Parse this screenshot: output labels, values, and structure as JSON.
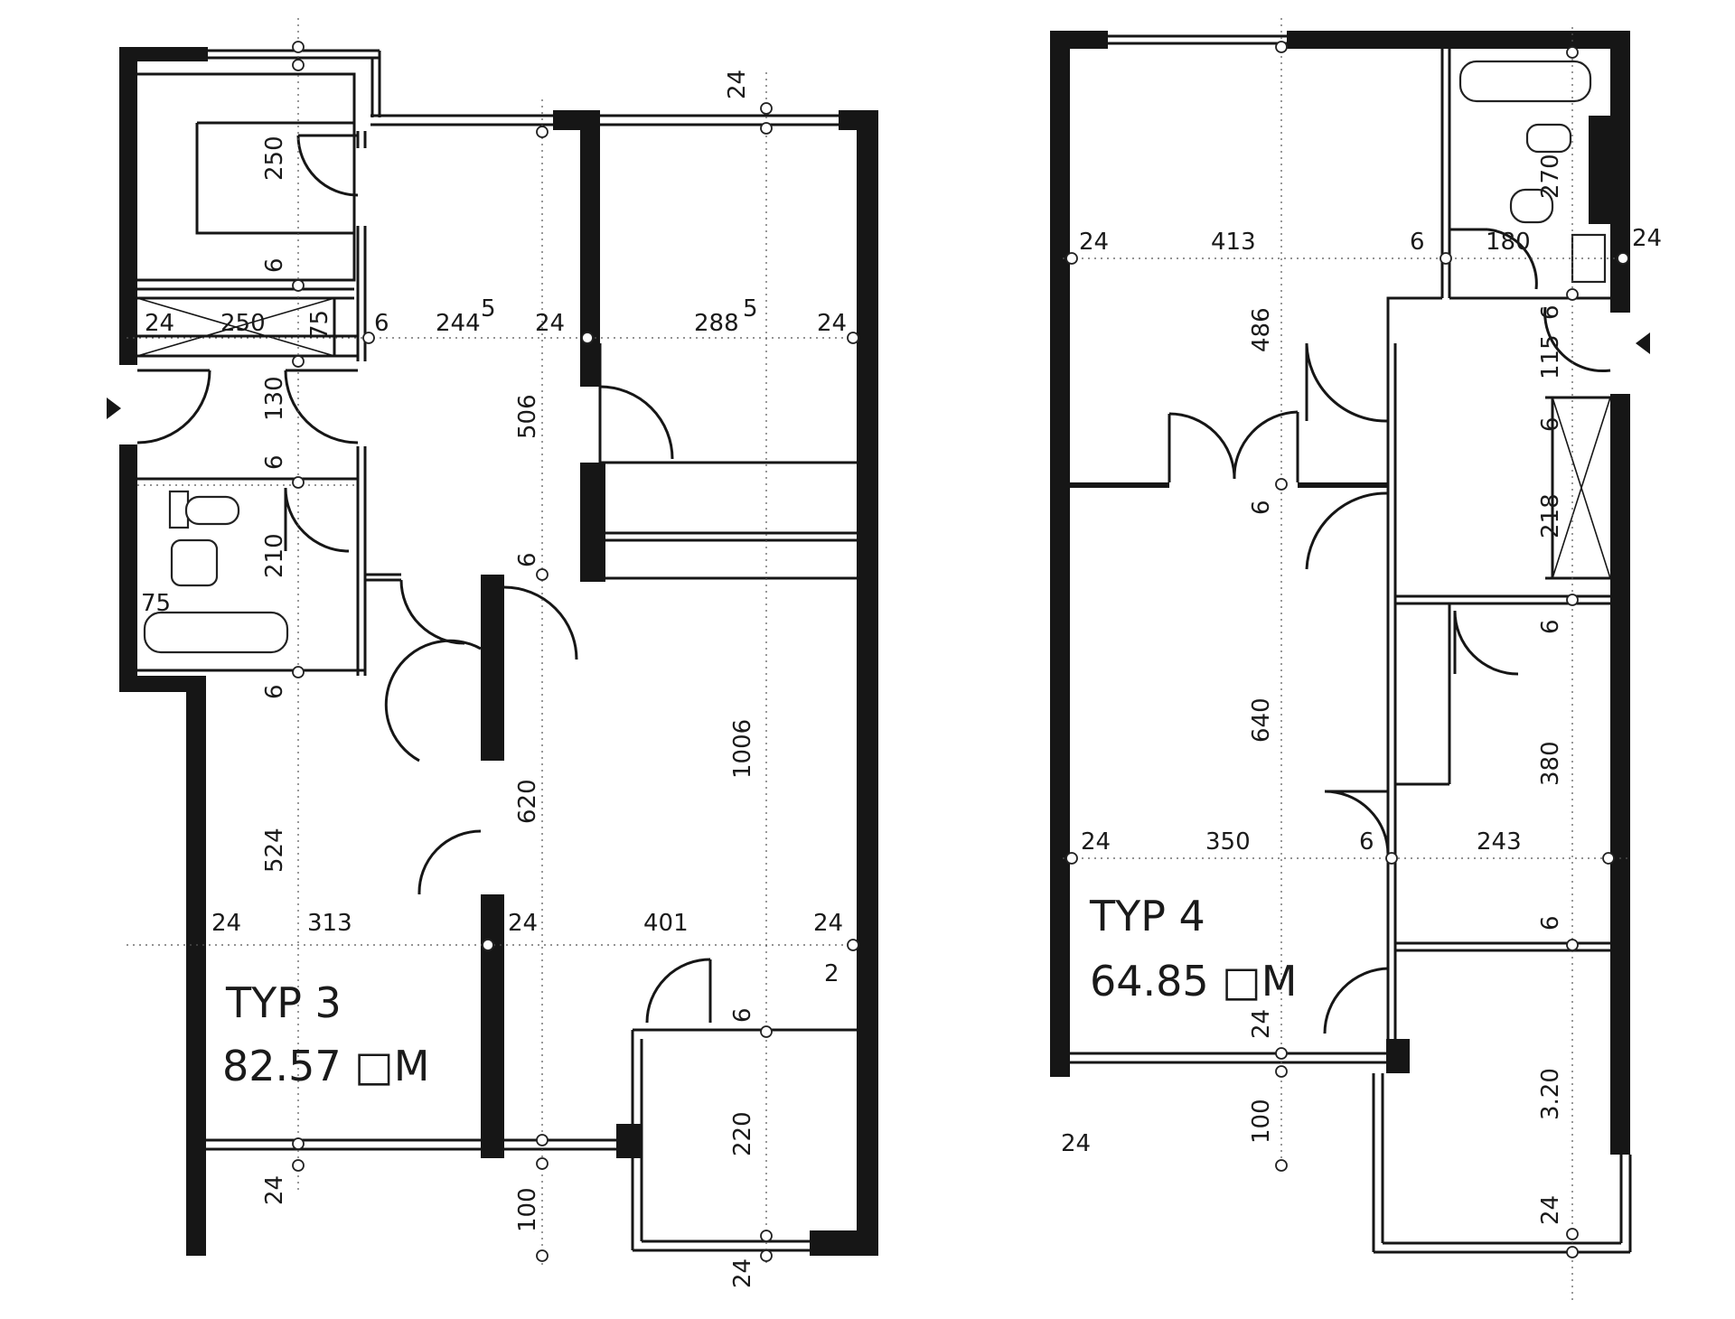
{
  "plans": [
    {
      "type_label": "TYP 3",
      "area": "82.57 □M",
      "dimensions": {
        "w250": "250",
        "w6a": "6",
        "w24a": "24",
        "w250b": "250",
        "w75": "75",
        "w6b": "6",
        "w244": "244",
        "w244sup": "5",
        "w24b": "24",
        "w288": "288",
        "w288sup": "5",
        "w24c": "24",
        "w130": "130",
        "w6c": "6",
        "w506": "506",
        "w210": "210",
        "w75b": "75",
        "w6d": "6",
        "w6e": "6",
        "w1006": "1006",
        "w620": "620",
        "w524": "524",
        "w24d": "24",
        "w313": "313",
        "w24e": "24",
        "w401": "401",
        "w24f": "24",
        "w2": "2",
        "w6f": "6",
        "w220": "220",
        "w24g": "24",
        "w100": "100",
        "w24h": "24",
        "w24top": "24"
      }
    },
    {
      "type_label": "TYP 4",
      "area": "64.85 □M",
      "dimensions": {
        "w24a": "24",
        "w413": "413",
        "w6a": "6",
        "w180": "180",
        "w24b": "24",
        "w270": "270",
        "w486": "486",
        "w115": "115",
        "w6b": "6",
        "w6c": "6",
        "w218": "218",
        "w6d": "6",
        "w6e": "6",
        "w640": "640",
        "w380": "380",
        "w24c": "24",
        "w350": "350",
        "w6f": "6",
        "w243": "243",
        "w6g": "6",
        "w24d": "24",
        "w100": "100",
        "w320": "3.20",
        "w24e": "24",
        "w24f": "24"
      }
    }
  ]
}
